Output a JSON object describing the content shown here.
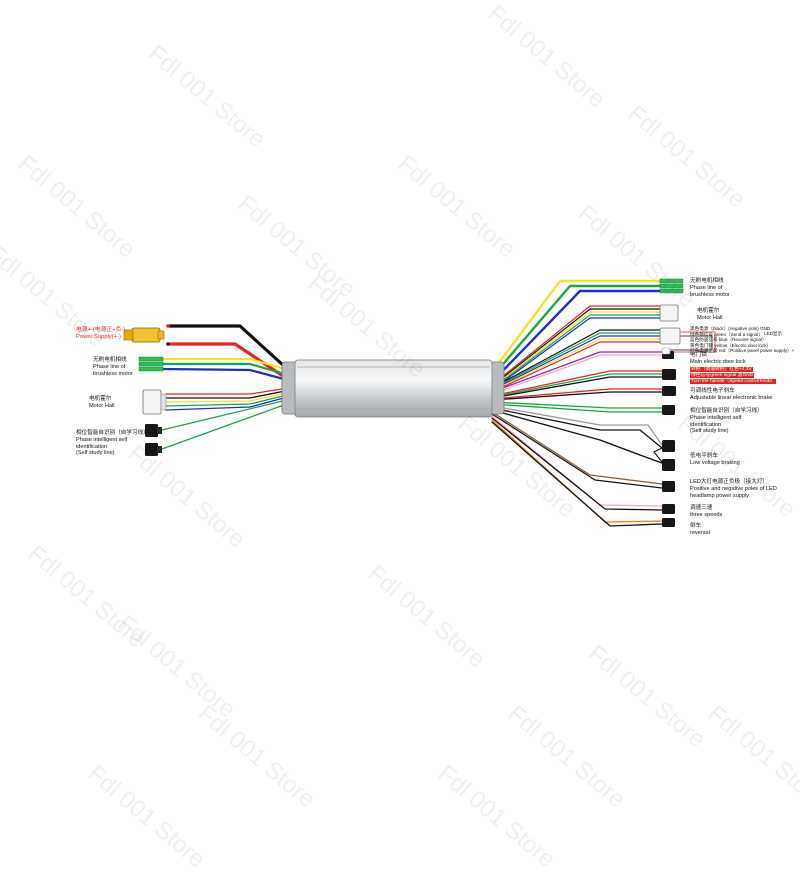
{
  "watermark": "Fdl 001 Store",
  "labels": {
    "power_cn": "电源+-(电源正+负-)",
    "power_en": "Power Supply(+-)",
    "phase_left_cn": "无刷电机相线",
    "phase_left_en1": "Phase line of",
    "phase_left_en2": "brushless motor",
    "hall_left_cn": "电机霍尔",
    "hall_left_en": "Motor Hall",
    "self_left_cn": "相位智能自识别（自学习线）",
    "self_left_en1": "Phase intelligent self",
    "self_left_en2": "identification",
    "self_left_en3": "(Self study line)",
    "phase_right_cn": "无刷电机相线",
    "phase_right_en1": "Phase line of",
    "phase_right_en2": "brushless motor",
    "hall_right_cn": "电机霍尔",
    "hall_right_en": "Motor Hall",
    "lock_line1": "黑色电源（black）(negative pole) GND",
    "lock_line2": "绿色锁信号 green（Send a signal）",
    "lock_line3": "蓝色防盗信号 blue（Receive signal）",
    "lock_line4": "黄色电门锁 yellow（Electric door lock）",
    "lock_line5": "红色电源正极 red（Positive panel power supply）+",
    "led_display": "LED显示",
    "lock_cn": "电门锁",
    "lock_en": "Main electric door lock",
    "throttle_line1": "转把（调速转把）红色+4.3V",
    "throttle_line2": "绿色信号green signal 黑GND",
    "throttle_line3": "Turn the handle（Speed control knob）",
    "brake_adj_cn": "可调线性电子刹车",
    "brake_adj_en": "Adjustable linear electronic brake",
    "self_right_cn": "相位智能自识别（自学习线）",
    "self_right_en1": "Phase intelligent self",
    "self_right_en2": "identification",
    "self_right_en3": "(Self study line)",
    "low_brake_cn": "低电平刹车",
    "low_brake_en": "Low voltage braking",
    "led_head_cn": "LED大灯电源正负极（接大灯）",
    "led_head_en1": "Positive and negative poles of LED",
    "led_head_en2": "headlamp power supply",
    "three_cn": "调速三速",
    "three_en": "three speeds",
    "rev_cn": "倒车",
    "rev_en": "reversal"
  },
  "colors": {
    "body": "#c9ccce",
    "red": "#e5241d",
    "yellow": "#f0e32b",
    "green": "#1aa545",
    "blue": "#1c2fc9",
    "black": "#111111",
    "purple": "#8a2bb5",
    "grey": "#9a9a9a",
    "pink": "#f5a7c6",
    "orange": "#f07d16",
    "brown": "#8b5a2b"
  },
  "icons": [
    "xt60-connector-icon",
    "phase-connector-icon",
    "hall-connector-icon",
    "sm-plug-icon"
  ]
}
